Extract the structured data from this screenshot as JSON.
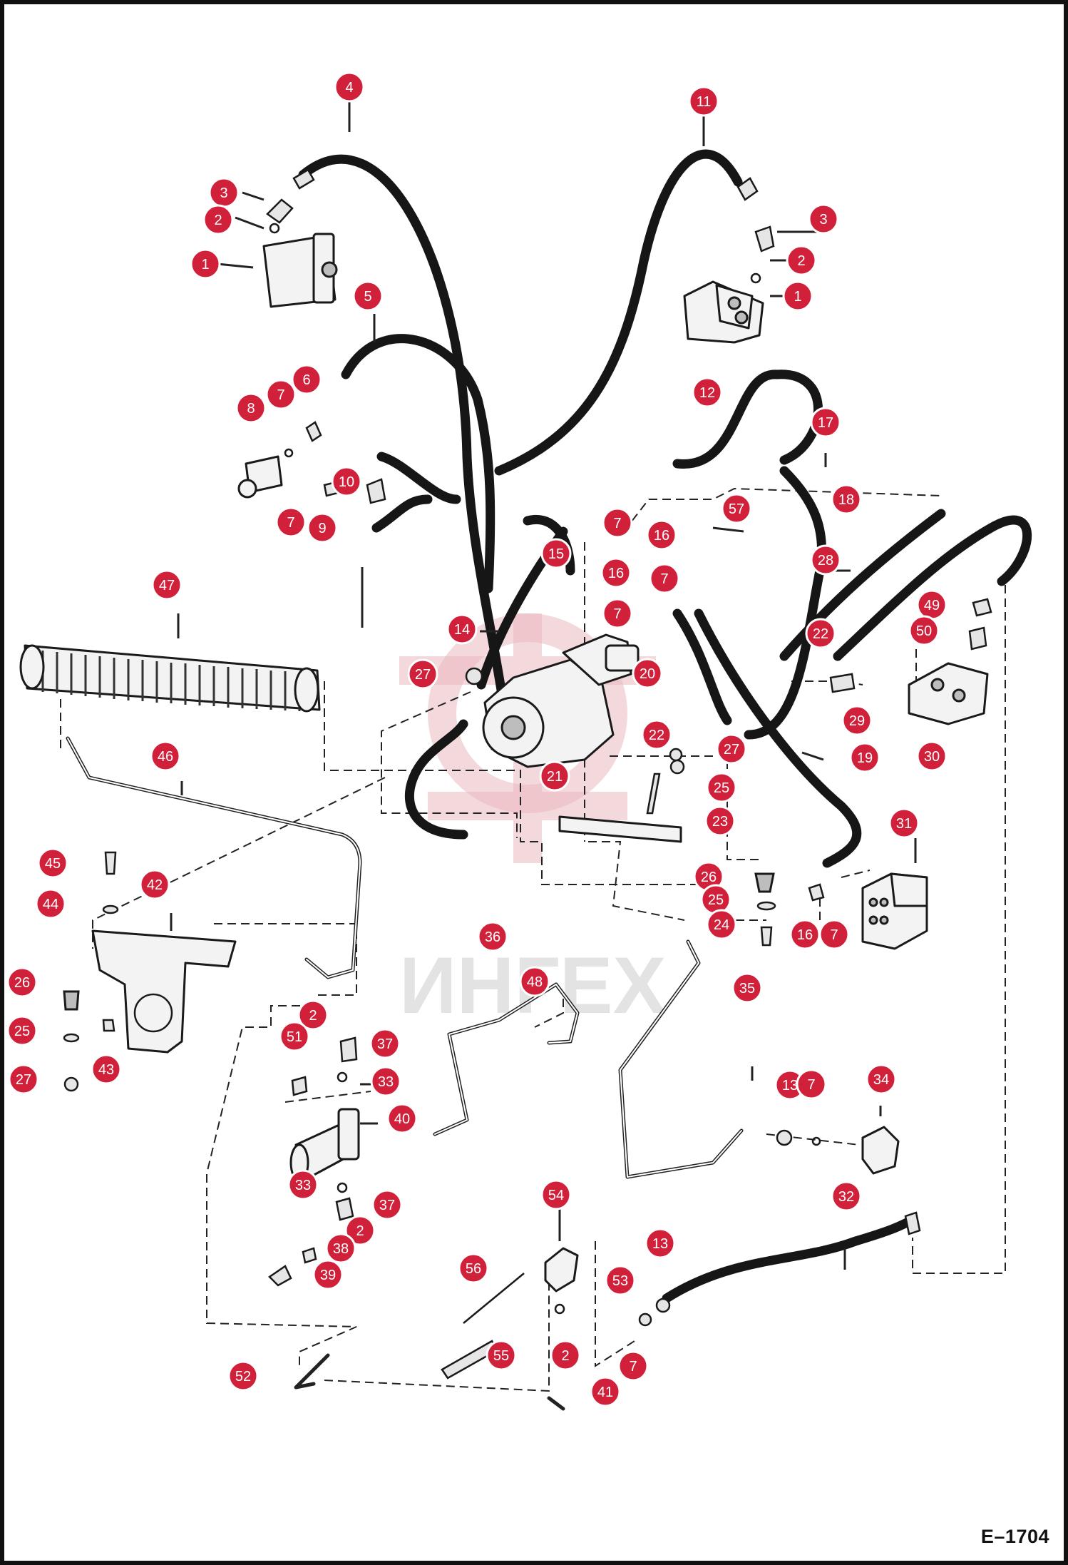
{
  "figure_code": "E–1704",
  "watermark_text": "ИНГЕХ",
  "callout_color": "#d1203a",
  "callouts": [
    "4",
    "11",
    "3",
    "2",
    "1",
    "3",
    "2",
    "1",
    "5",
    "6",
    "7",
    "8",
    "10",
    "7",
    "9",
    "12",
    "17",
    "18",
    "57",
    "7",
    "16",
    "15",
    "16",
    "7",
    "7",
    "28",
    "14",
    "27",
    "22",
    "49",
    "50",
    "20",
    "29",
    "27",
    "30",
    "21",
    "22",
    "27",
    "19",
    "25",
    "23",
    "31",
    "26",
    "25",
    "24",
    "16",
    "7",
    "47",
    "46",
    "45",
    "44",
    "42",
    "26",
    "25",
    "27",
    "43",
    "36",
    "48",
    "35",
    "2",
    "51",
    "37",
    "33",
    "40",
    "33",
    "37",
    "2",
    "38",
    "39",
    "13",
    "7",
    "34",
    "54",
    "32",
    "56",
    "13",
    "53",
    "55",
    "2",
    "7",
    "52",
    "41"
  ]
}
